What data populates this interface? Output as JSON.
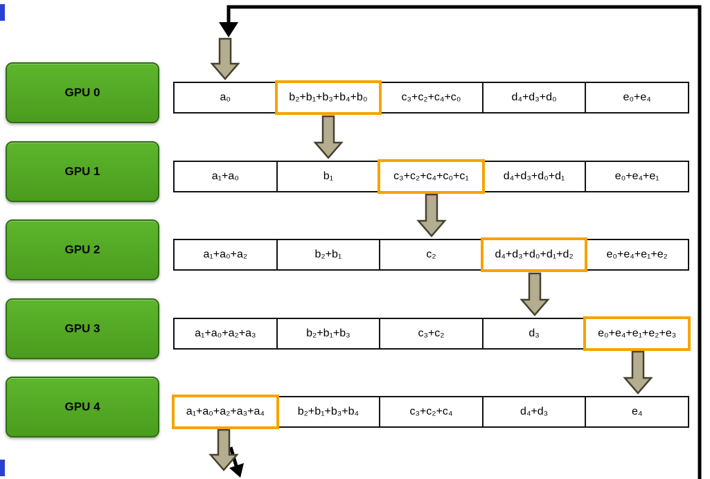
{
  "diagram": {
    "description_visible": false
  },
  "colors": {
    "gpu_green": "#5db62c",
    "gpu_green_dark": "#4a9c1e",
    "gpu_border": "#2e6e12",
    "cell_border": "#111111",
    "highlight_orange": "#f5a300",
    "arrow_fill": "#b5ad90",
    "arrow_stroke": "#45422f",
    "ring_black": "#000000",
    "artifact_blue": "#2b3fd4"
  },
  "rows": [
    {
      "gpu": "GPU 0",
      "highlight_col": 1,
      "cells": [
        "a₀",
        "b₂+b₁+b₃+b₄+b₀",
        "c₃+c₂+c₄+c₀",
        "d₄+d₃+d₀",
        "e₀+e₄"
      ]
    },
    {
      "gpu": "GPU 1",
      "highlight_col": 2,
      "cells": [
        "a₁+a₀",
        "b₁",
        "c₃+c₂+c₄+c₀+c₁",
        "d₄+d₃+d₀+d₁",
        "e₀+e₄+e₁"
      ]
    },
    {
      "gpu": "GPU 2",
      "highlight_col": 3,
      "cells": [
        "a₁+a₀+a₂",
        "b₂+b₁",
        "c₂",
        "d₄+d₃+d₀+d₁+d₂",
        "e₀+e₄+e₁+e₂"
      ]
    },
    {
      "gpu": "GPU 3",
      "highlight_col": 4,
      "cells": [
        "a₁+a₀+a₂+a₃",
        "b₂+b₁+b₃",
        "c₃+c₂",
        "d₃",
        "e₀+e₄+e₁+e₂+e₃"
      ]
    },
    {
      "gpu": "GPU 4",
      "highlight_col": 0,
      "cells": [
        "a₁+a₀+a₂+a₃+a₄",
        "b₂+b₁+b₃+b₄",
        "c₃+c₂+c₄",
        "d₄+d₃",
        "e₄"
      ]
    }
  ]
}
